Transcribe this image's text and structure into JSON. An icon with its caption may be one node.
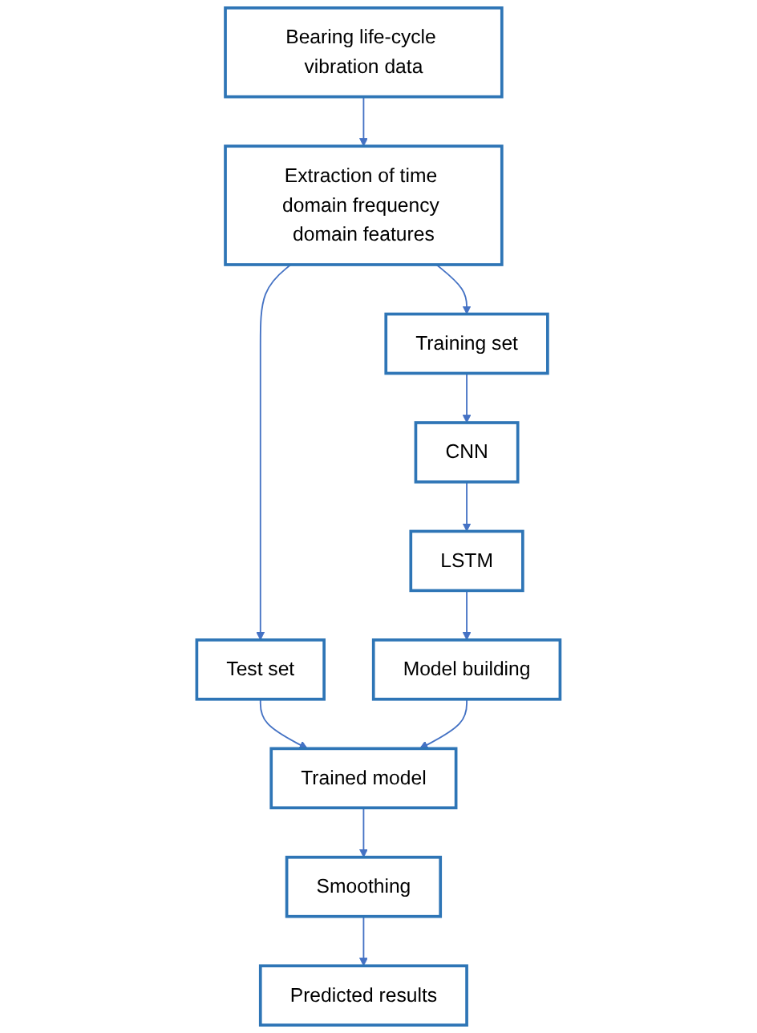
{
  "diagram": {
    "nodes": [
      {
        "text": [
          "Bearing life-cycle vibration data"
        ]
      },
      {
        "text": [
          "Extraction of time domain frequency domain features"
        ]
      },
      {
        "text": [
          "Training set"
        ]
      },
      {
        "text": [
          "Test set"
        ]
      },
      {
        "text": [
          "CNN"
        ]
      },
      {
        "text": [
          "LSTM"
        ]
      },
      {
        "text": [
          "Model building"
        ]
      },
      {
        "text": [
          "Trained model"
        ]
      },
      {
        "text": [
          "Smoothing"
        ]
      },
      {
        "text": [
          "Predicted results"
        ]
      }
    ],
    "edges": [
      {
        "from": 0,
        "to": 1,
        "arrow": "to"
      },
      {
        "from": 1,
        "to": 2,
        "arrow": "to"
      },
      {
        "from": 1,
        "to": 3,
        "arrow": "to"
      },
      {
        "from": 2,
        "to": 4,
        "arrow": "to"
      },
      {
        "from": 4,
        "to": 5,
        "arrow": "to"
      },
      {
        "from": 5,
        "to": 6,
        "arrow": "to"
      },
      {
        "from": 3,
        "to": 7,
        "arrow": "to"
      },
      {
        "from": 7,
        "to": 8,
        "arrow": "to"
      },
      {
        "from": 8,
        "to": 9,
        "arrow": "to"
      },
      {
        "from": 6,
        "to": 7,
        "arrow": "to"
      }
    ]
  }
}
